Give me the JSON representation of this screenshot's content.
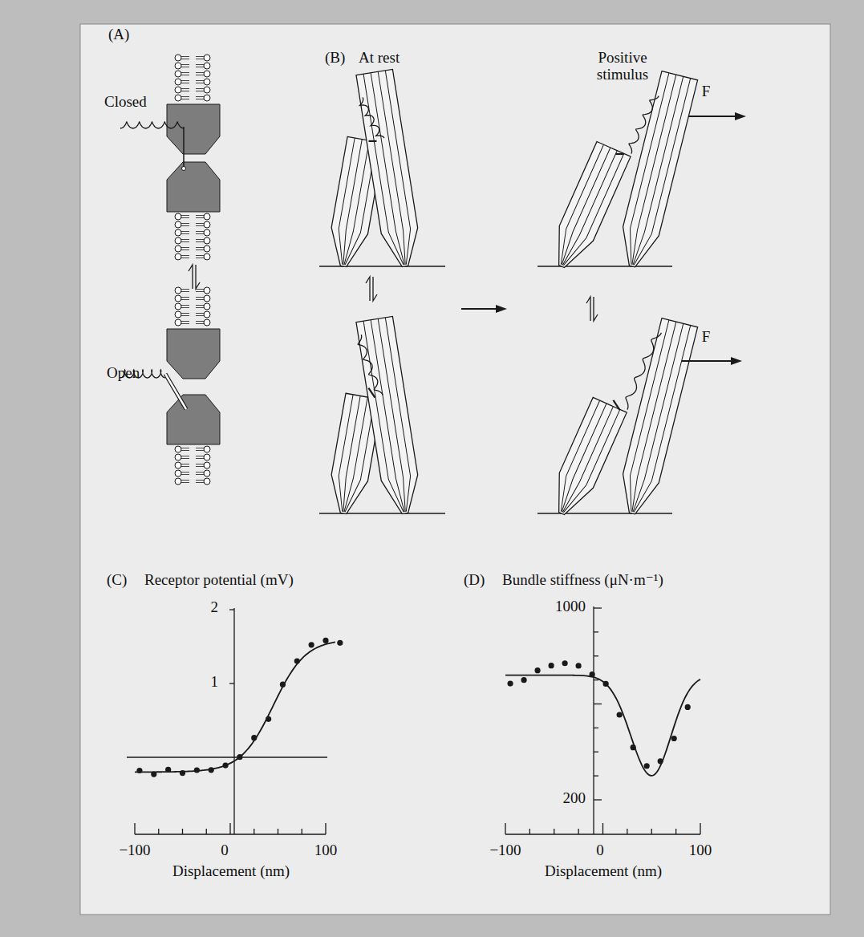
{
  "diagram": {
    "labels": [
      "(A)",
      "Closed",
      "Open",
      "(B)",
      "At rest",
      "Positive stimulus",
      "F",
      "F",
      "(C)",
      "Receptor potential (mV)",
      "2",
      "1",
      "−100",
      "0",
      "100",
      "Displacement (nm)",
      "(D)",
      "Bundle stiffness (μN·m⁻¹)",
      "1000",
      "200",
      "−100",
      "0",
      "100",
      "Displacement (nm)"
    ]
  }
}
